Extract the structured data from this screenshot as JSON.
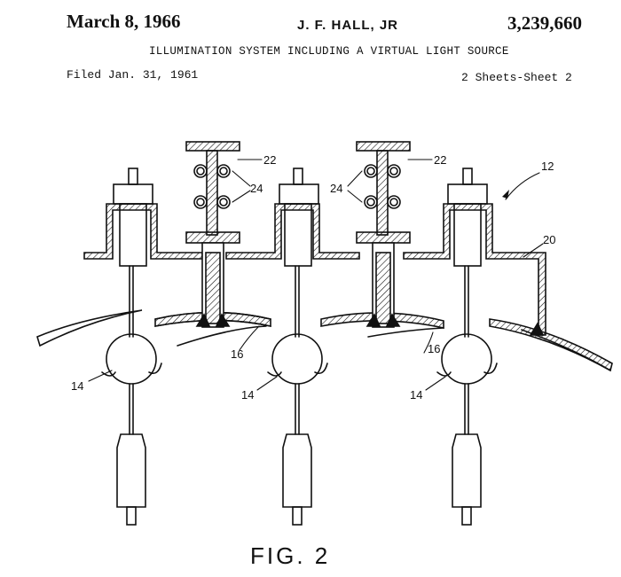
{
  "header": {
    "date": "March 8, 1966",
    "inventor": "J. F. HALL, JR",
    "patent_number": "3,239,660",
    "title": "ILLUMINATION SYSTEM INCLUDING A VIRTUAL LIGHT SOURCE",
    "filed": "Filed Jan. 31, 1961",
    "sheet": "2 Sheets-Sheet 2"
  },
  "drawing": {
    "labels": {
      "ref_12": "12",
      "ref_14": "14",
      "ref_16": "16",
      "ref_20": "20",
      "ref_22": "22",
      "ref_24": "24"
    },
    "figure_caption": "FIG. 2"
  },
  "colors": {
    "ink": "#111111",
    "paper": "#ffffff"
  }
}
